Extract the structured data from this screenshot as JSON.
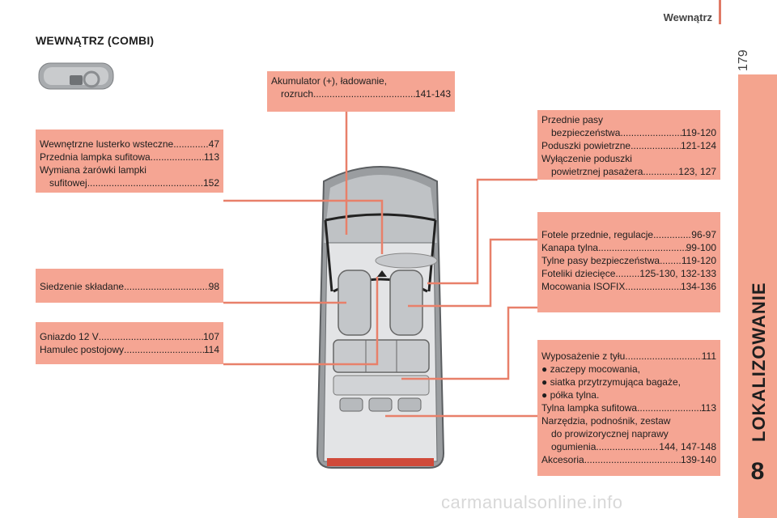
{
  "header": {
    "section": "Wewnątrz",
    "page_number": "179"
  },
  "page_title": "WEWNĄTRZ (COMBI)",
  "side_tab": {
    "label": "LOKALIZOWANIE",
    "chapter": "8"
  },
  "boxes": {
    "battery": {
      "lines": [
        {
          "text": "Akumulator (+), ładowanie,"
        },
        {
          "label": "rozruch",
          "page": "141-143",
          "indent": true
        }
      ]
    },
    "mirror": {
      "lines": [
        {
          "label": "Wewnętrzne lusterko wsteczne ",
          "page": "47"
        },
        {
          "label": "Przednia lampka sufitowa",
          "page": " 113"
        },
        {
          "text": "Wymiana żarówki lampki"
        },
        {
          "label": "sufitowej",
          "page": "152",
          "indent": true
        }
      ]
    },
    "seat": {
      "lines": [
        {
          "label": "Siedzenie składane ",
          "page": "98"
        }
      ]
    },
    "socket": {
      "lines": [
        {
          "label": "Gniazdo 12 V",
          "page": "107"
        },
        {
          "label": "Hamulec postojowy ",
          "page": " 114"
        }
      ]
    },
    "belts": {
      "lines": [
        {
          "text": "Przednie pasy"
        },
        {
          "label": "bezpieczeństwa ",
          "page": " 119-120",
          "indent": true
        },
        {
          "label": "Poduszki powietrzne",
          "page": "121-124"
        },
        {
          "text": "Wyłączenie poduszki"
        },
        {
          "label": "powietrznej pasażera",
          "page": "123, 127",
          "indent": true
        }
      ]
    },
    "front_seats": {
      "lines": [
        {
          "label": "Fotele przednie, regulacje ",
          "page": "96-97"
        },
        {
          "label": "Kanapa tylna",
          "page": "99-100"
        },
        {
          "label": "Tylne pasy bezpieczeństwa ",
          "page": "119-120"
        },
        {
          "label": "Foteliki dziecięce ",
          "page": " 125-130, 132-133"
        },
        {
          "label": "Mocowania ISOFIX",
          "page": "134-136"
        }
      ]
    },
    "rear": {
      "lines": [
        {
          "label": "Wyposażenie z tyłu",
          "page": " 111"
        },
        {
          "text": "● zaczepy mocowania,"
        },
        {
          "text": "● siatka przytrzymująca bagaże,"
        },
        {
          "text": "● półka tylna."
        },
        {
          "label": "Tylna lampka sufitowa ",
          "page": " 113"
        },
        {
          "text": "Narzędzia, podnośnik, zestaw"
        },
        {
          "text": "do prowizorycznej naprawy",
          "indent": true
        },
        {
          "label": "ogumienia ",
          "page": "144, 147-148",
          "indent": true
        },
        {
          "label": "Akcesoria ",
          "page": "139-140"
        }
      ]
    }
  },
  "watermark": "carmanualsonline.info",
  "colors": {
    "accent": "#f5a593",
    "tab": "#f4a48e",
    "leader": "#e8806a"
  }
}
